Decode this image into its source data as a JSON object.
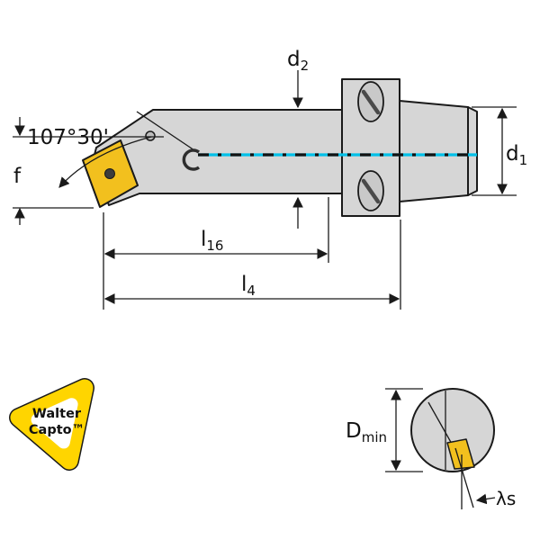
{
  "drawing": {
    "labels": {
      "angle": "107°30'",
      "f": "f",
      "d2_base": "d",
      "d2_sub": "2",
      "d1_base": "d",
      "d1_sub": "1",
      "l16_base": "l",
      "l16_sub": "16",
      "l4_base": "l",
      "l4_sub": "4",
      "dmin_base": "D",
      "dmin_sub": "min",
      "lambda_s": "λs"
    },
    "colors": {
      "body_gray": "#d6d6d6",
      "slot_gray": "#c9c9c9",
      "insert_gold": "#f2c01e",
      "centerline_cyan": "#00c0e8",
      "logo_yellow": "#ffd500",
      "outline_black": "#1a1a1a"
    }
  },
  "logo": {
    "line1": "Walter",
    "line2": "Capto™"
  }
}
